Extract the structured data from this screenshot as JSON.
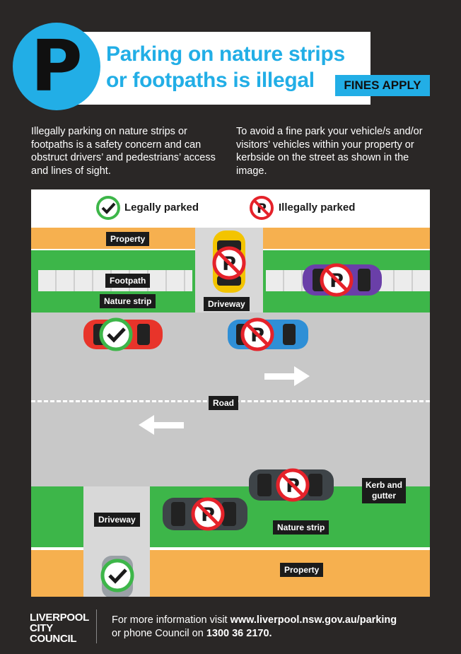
{
  "header": {
    "logo_letter": "P",
    "title_line1": "Parking on nature strips",
    "title_line2": "or footpaths is illegal",
    "badge": "FINES APPLY"
  },
  "intro": {
    "left": "Illegally parking on nature strips or footpaths is a safety concern and can obstruct drivers’ and pedestrians’ access and lines of sight.",
    "right": "To avoid a fine park your vehicle/s and/or visitors’ vehicles within your property or kerbside on the street as shown in the image."
  },
  "legend": {
    "legal": "Legally parked",
    "illegal": "Illegally parked"
  },
  "labels": {
    "property_top": "Property",
    "footpath": "Footpath",
    "nature_strip_top": "Nature strip",
    "driveway_top": "Driveway",
    "road": "Road",
    "kerb_line1": "Kerb and",
    "kerb_line2": "gutter",
    "driveway_bottom": "Driveway",
    "nature_strip_bottom": "Nature strip",
    "property_bottom": "Property"
  },
  "colors": {
    "background": "#2a2726",
    "accent_blue": "#22aee6",
    "grass": "#3db649",
    "property": "#f6b04f",
    "road": "#c8c8c8",
    "no_parking_red": "#e5222a",
    "legal_green": "#3db649"
  },
  "footer": {
    "logo_line1": "LIVERPOOL",
    "logo_line2": "CITY",
    "logo_line3": "COUNCIL",
    "prefix": "For more information visit ",
    "url": "www.liverpool.nsw.gov.au/parking",
    "line2_prefix": "or phone Council on ",
    "phone": "1300 36 2170."
  }
}
